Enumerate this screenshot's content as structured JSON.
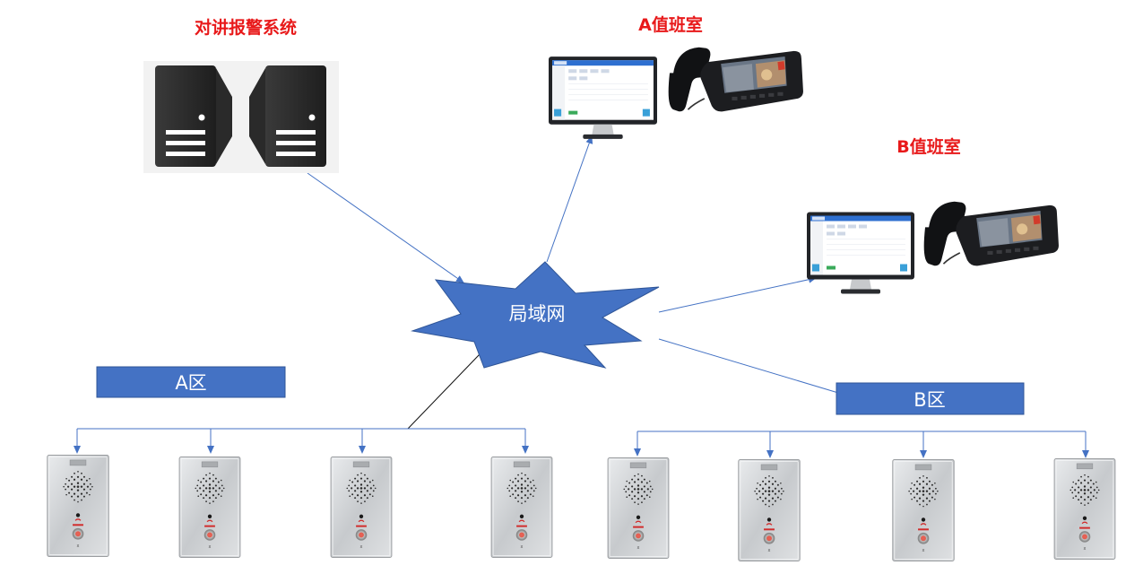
{
  "titles": {
    "alarm_system": "对讲报警系统",
    "duty_room_a": "A值班室",
    "duty_room_b": "B值班室"
  },
  "network": {
    "label": "局域网"
  },
  "zones": {
    "a": {
      "label": "A区"
    },
    "b": {
      "label": "B区"
    }
  },
  "colors": {
    "title_red": "#e8191a",
    "network_blue": "#4472c4",
    "zone_blue": "#4472c4",
    "arrow_blue": "#4472c4"
  }
}
